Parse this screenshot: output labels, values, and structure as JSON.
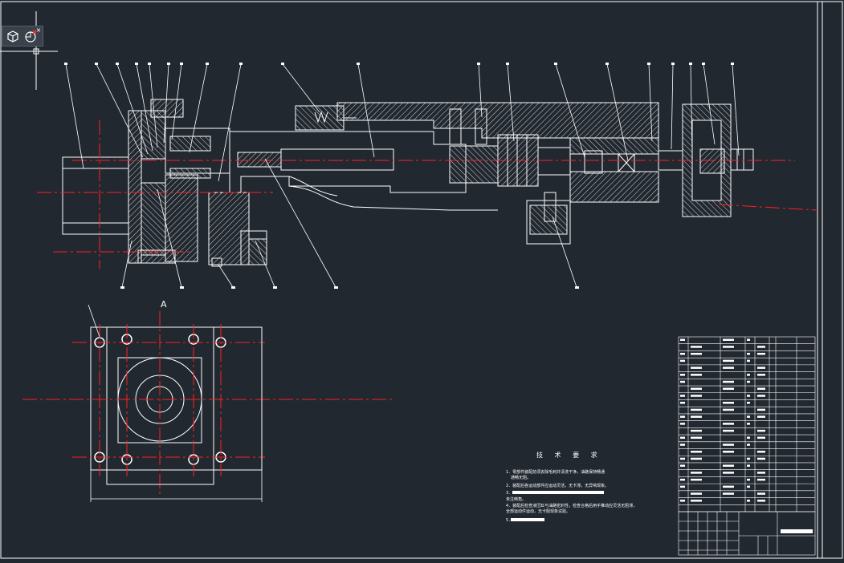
{
  "drawing": {
    "view_label_a": "A",
    "tech_requirements": {
      "title": "技 术 要 求",
      "line1": "1．零部件装配前须去除毛刺并清洗干净，油路保持畅通",
      "line1b": "通畅无阻。",
      "line2": "2．装配后各运动部件应运动灵活，无卡滞，无异响现象。",
      "line3": "3．",
      "line3b": "未注倒角。",
      "line4": "4．装配后检查液压缸与油路密封性，检查合格后用手推动应灵活无阻滞，",
      "line4b": "全部运动件运动，无卡阻现象试验。",
      "line5": "5．"
    }
  },
  "toolbar": {
    "close_glyph": "×"
  },
  "colors": {
    "background": "#212830",
    "outline": "#ffffff",
    "centerline": "#ff2020",
    "hatch": "#d8d8d8"
  }
}
